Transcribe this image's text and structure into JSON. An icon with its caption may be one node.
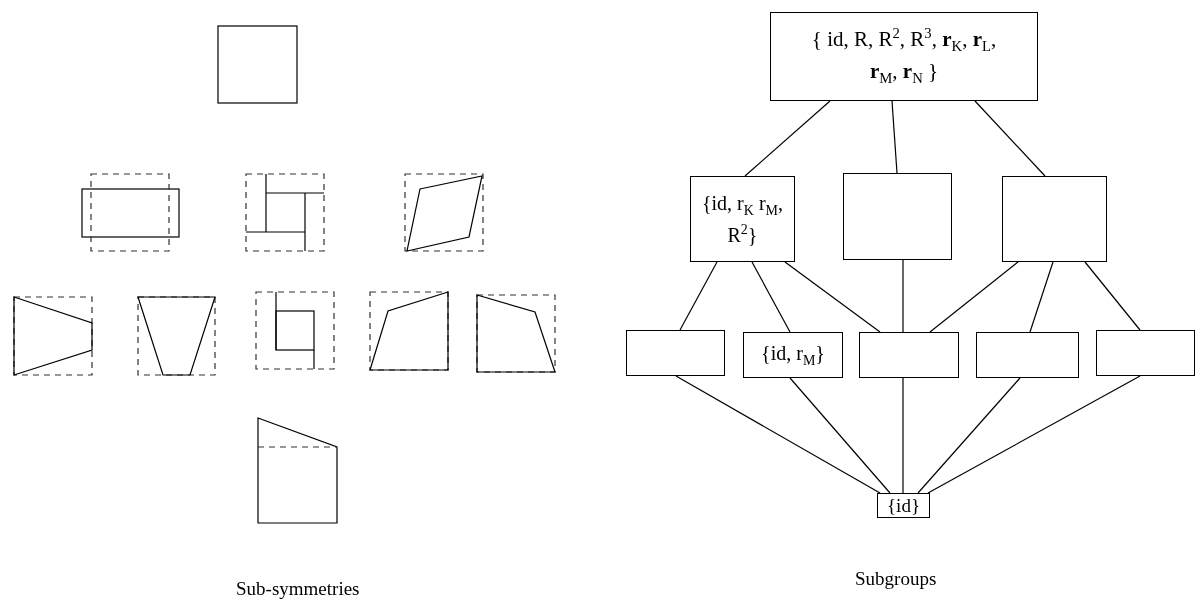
{
  "diagram": {
    "nodes": [
      {
        "text": [
          "{ id, R, R$^{2}$, R$^{3}$, **r**$_{K}$, **r**$_{L}$, **r**$_{M}$, **r**$_{N}$ }"
        ]
      },
      {
        "text": [
          "{id, r$_{K}$ r$_{M}$, R$^{2}$}"
        ]
      },
      {
        "text": [],
        "shape": "box"
      },
      {
        "text": [],
        "shape": "box"
      },
      {
        "text": [],
        "shape": "box"
      },
      {
        "text": [
          "{id, r$_{M}$}"
        ]
      },
      {
        "text": [],
        "shape": "box"
      },
      {
        "text": [],
        "shape": "box"
      },
      {
        "text": [],
        "shape": "box"
      },
      {
        "text": [
          "{id}"
        ]
      }
    ],
    "edges": [
      {
        "from": 0,
        "to": 1,
        "arrow": "none"
      },
      {
        "from": 0,
        "to": 2,
        "arrow": "none"
      },
      {
        "from": 0,
        "to": 3,
        "arrow": "none"
      },
      {
        "from": 1,
        "to": 4,
        "arrow": "none"
      },
      {
        "from": 1,
        "to": 5,
        "arrow": "none"
      },
      {
        "from": 1,
        "to": 6,
        "arrow": "none"
      },
      {
        "from": 2,
        "to": 6,
        "arrow": "none"
      },
      {
        "from": 3,
        "to": 6,
        "arrow": "none"
      },
      {
        "from": 3,
        "to": 7,
        "arrow": "none"
      },
      {
        "from": 3,
        "to": 8,
        "arrow": "none"
      },
      {
        "from": 4,
        "to": 9,
        "arrow": "none"
      },
      {
        "from": 5,
        "to": 9,
        "arrow": "none"
      },
      {
        "from": 6,
        "to": 9,
        "arrow": "none"
      },
      {
        "from": 7,
        "to": 9,
        "arrow": "none"
      },
      {
        "from": 8,
        "to": 9,
        "arrow": "none"
      }
    ],
    "labels": [
      "Sub-symmetries",
      "Subgroups"
    ]
  }
}
